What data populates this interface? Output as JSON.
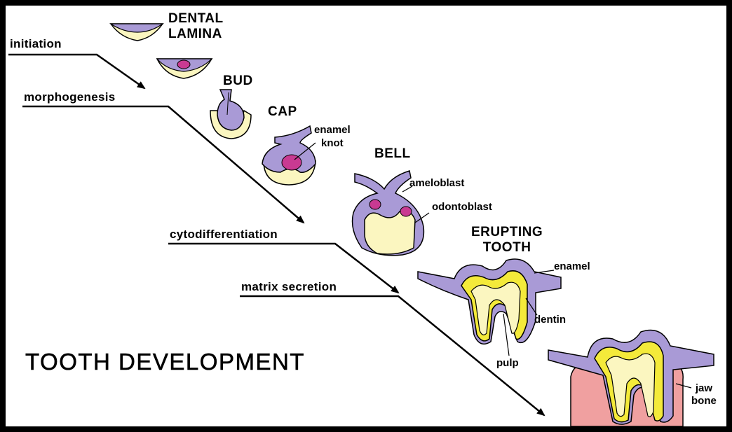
{
  "title": "TOOTH DEVELOPMENT",
  "phases": {
    "initiation": "initiation",
    "morphogenesis": "morphogenesis",
    "cytodifferentiation": "cytodifferentiation",
    "matrix_secretion": "matrix secretion"
  },
  "stages": {
    "dental_lamina_line1": "DENTAL",
    "dental_lamina_line2": "LAMINA",
    "bud": "BUD",
    "cap": "CAP",
    "bell": "BELL",
    "erupting_line1": "ERUPTING",
    "erupting_line2": "TOOTH"
  },
  "parts": {
    "enamel_knot_line1": "enamel",
    "enamel_knot_line2": "knot",
    "ameloblast": "ameloblast",
    "odontoblast": "odontoblast",
    "enamel": "enamel",
    "dentin": "dentin",
    "pulp": "pulp",
    "jaw_line1": "jaw",
    "jaw_line2": "bone"
  },
  "colors": {
    "epithelium": "#a99ad6",
    "mesenchyme": "#fbf6c0",
    "knot": "#c93a92",
    "dentin": "#f4ea3a",
    "pulp": "#fbf6c0",
    "bone": "#f0a0a0"
  }
}
